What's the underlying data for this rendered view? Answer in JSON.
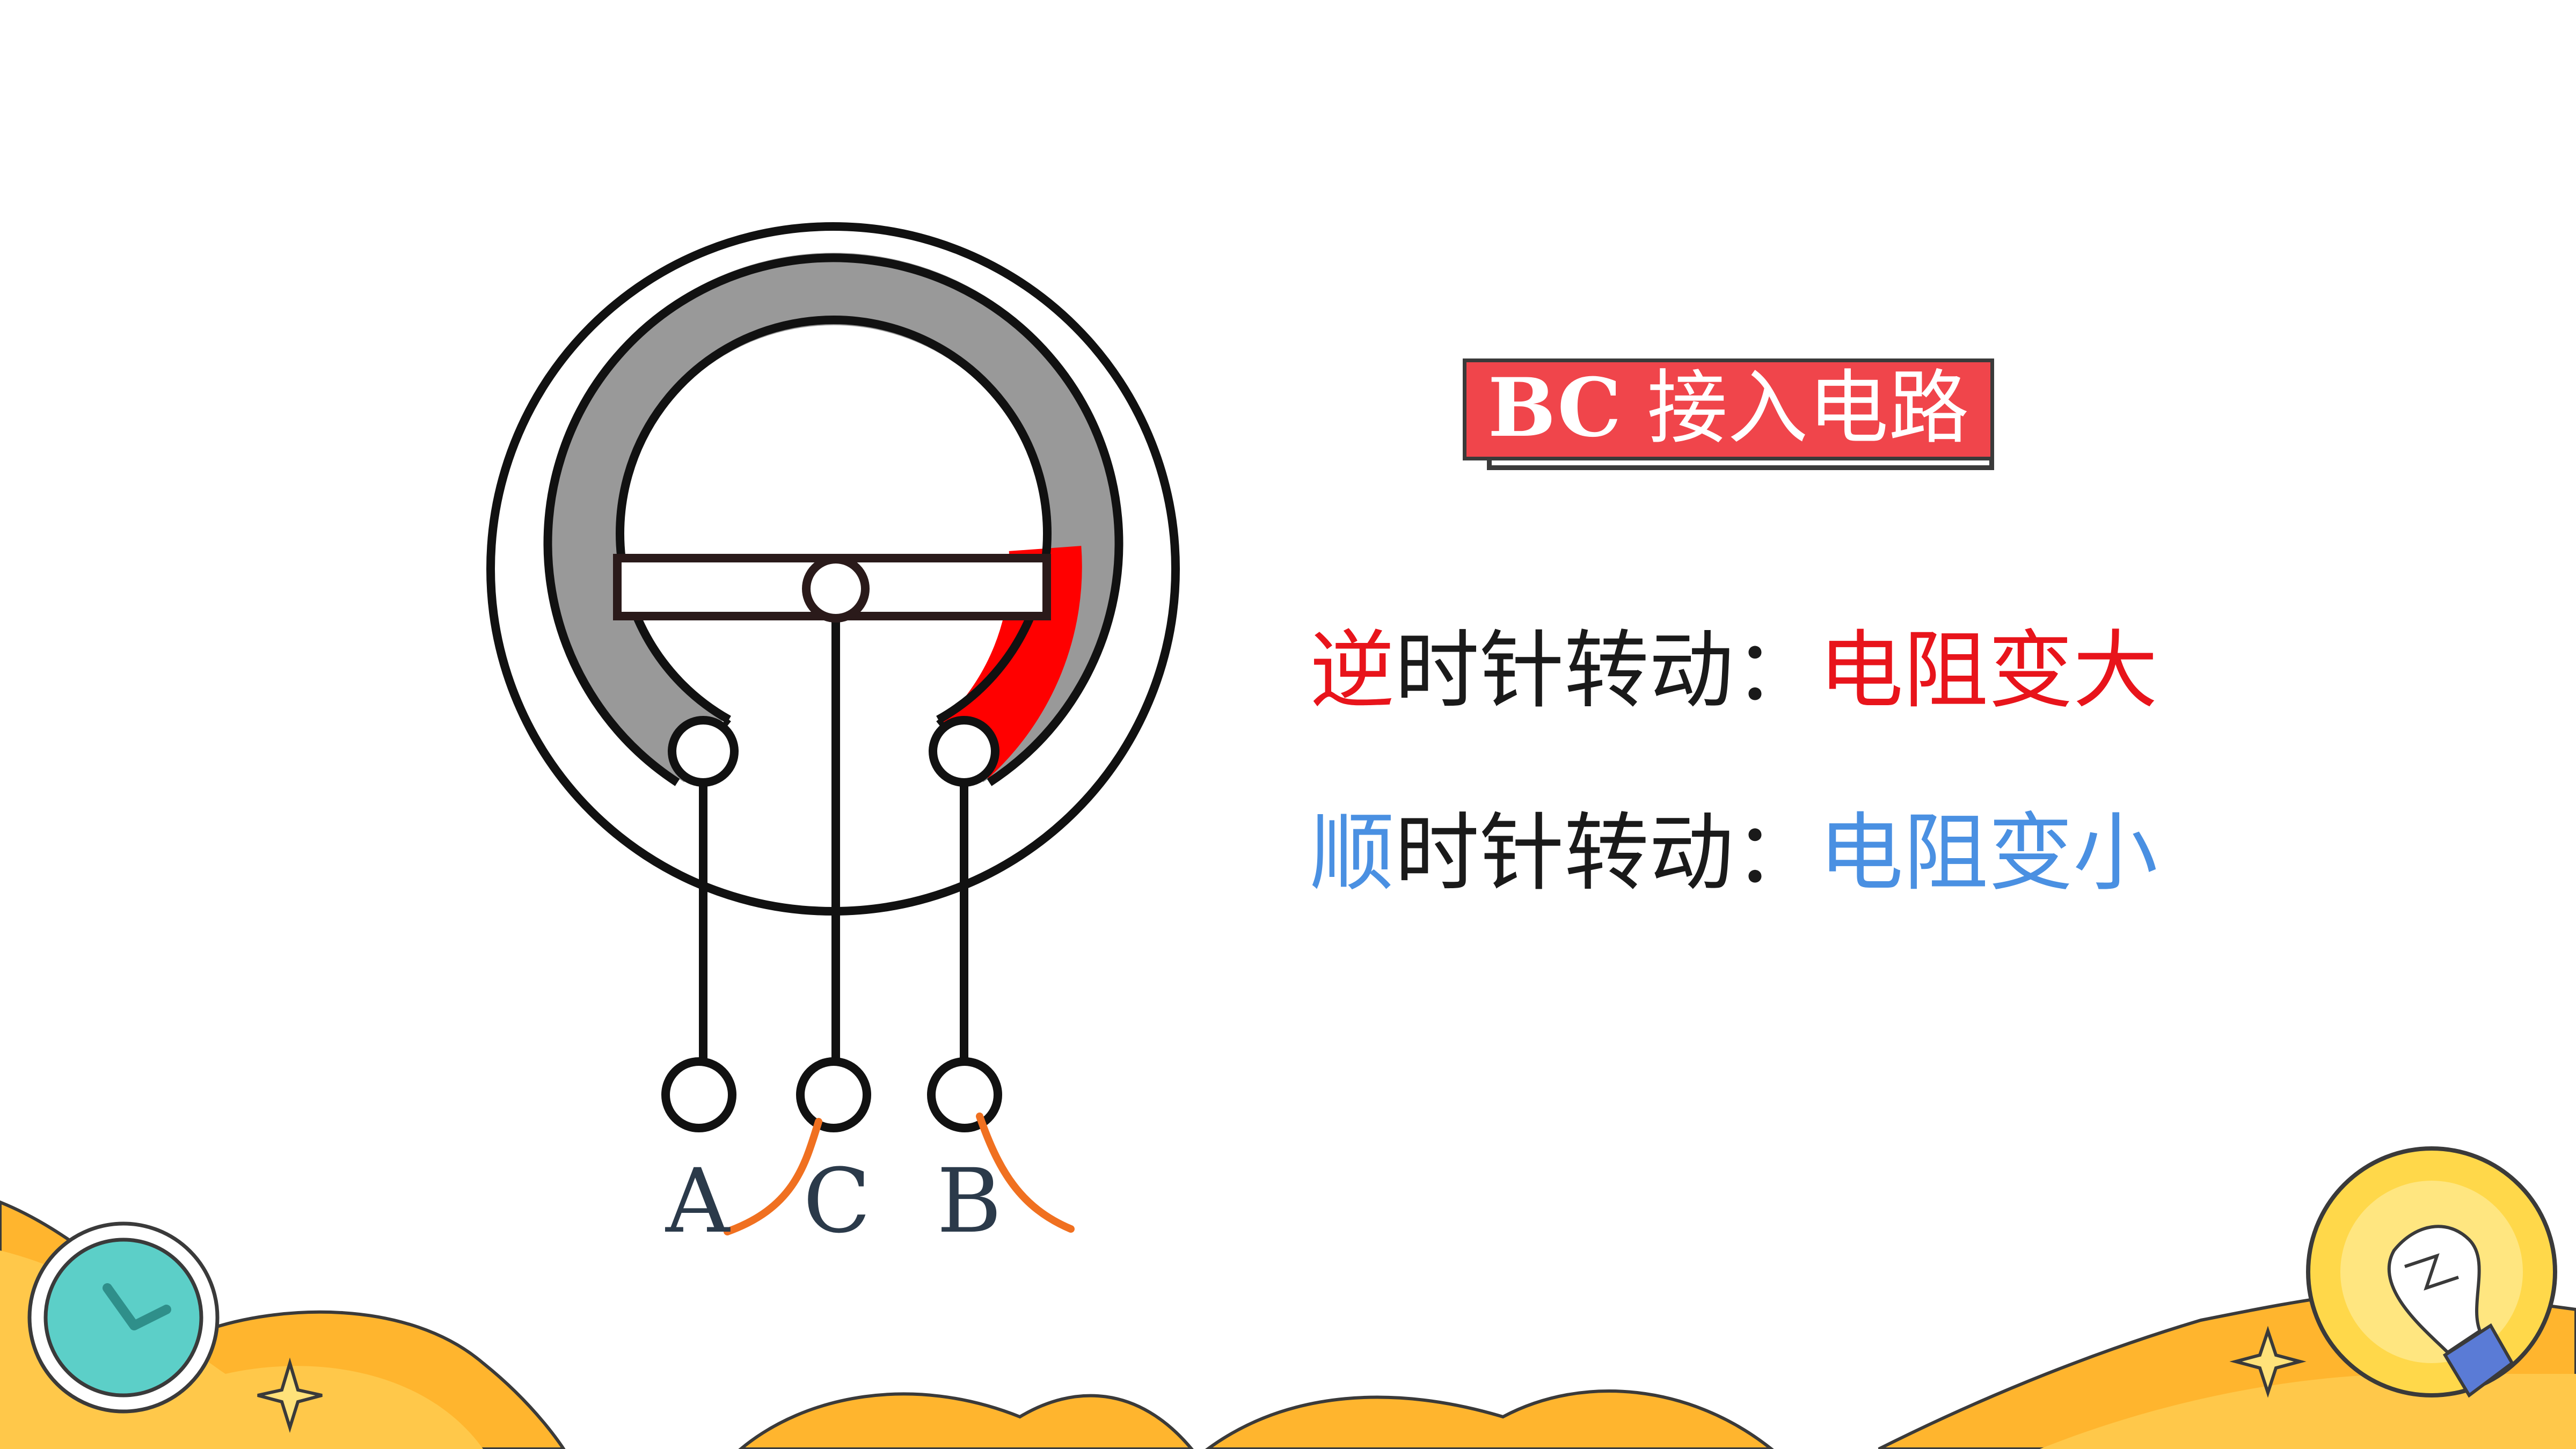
{
  "title": {
    "prefix": "BC",
    "text": "接入电路",
    "background_color": "#f0454b"
  },
  "rules": [
    {
      "first_char": "逆",
      "middle": "时针转动：",
      "result": "电阻变大",
      "color": "#e8141b"
    },
    {
      "first_char": "顺",
      "middle": "时针转动：",
      "result": "电阻变小",
      "color": "#4a90e2"
    }
  ],
  "terminals": {
    "a": "A",
    "c": "C",
    "b": "B"
  },
  "colors": {
    "resistive_track": "#999999",
    "active_segment": "#ff0000",
    "lead_wire": "#f07020",
    "outline": "#111111",
    "clock_icon": "#5ccfc8",
    "bulb_icon": "#ffd84a",
    "decor_wave": "#ffb52e"
  },
  "icons": [
    "clock-icon",
    "lightbulb-icon",
    "sparkle-icon"
  ]
}
